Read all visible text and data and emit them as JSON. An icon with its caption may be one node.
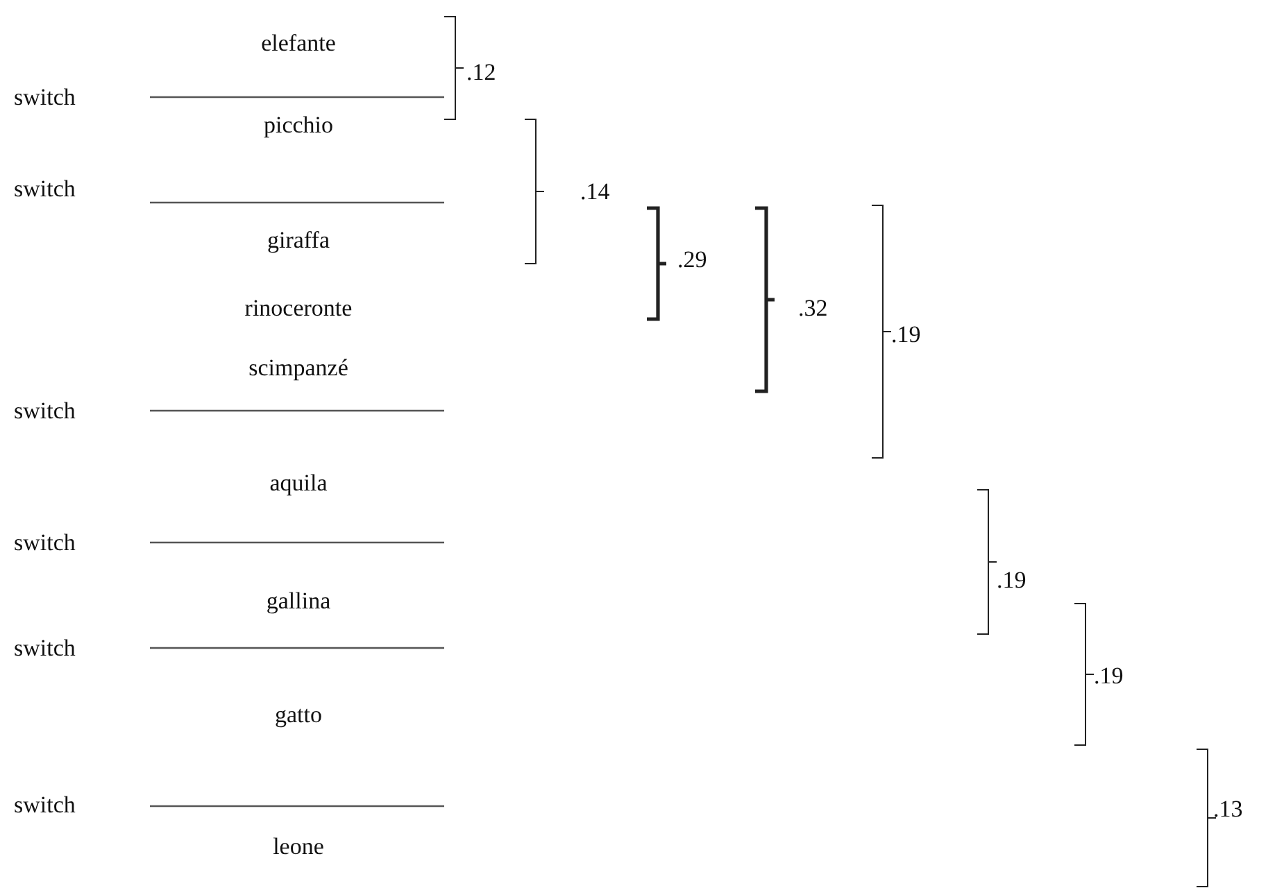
{
  "diagram": {
    "labels": [
      "elefante",
      ".12",
      "switch",
      "picchio",
      "switch",
      ".14",
      "giraffa",
      ".29",
      "rinoceronte",
      ".32",
      ".19",
      "scimpanzé",
      "switch",
      "aquila",
      "switch",
      ".19",
      "gallina",
      "switch",
      ".19",
      "gatto",
      "switch",
      ".13",
      "leone"
    ]
  }
}
